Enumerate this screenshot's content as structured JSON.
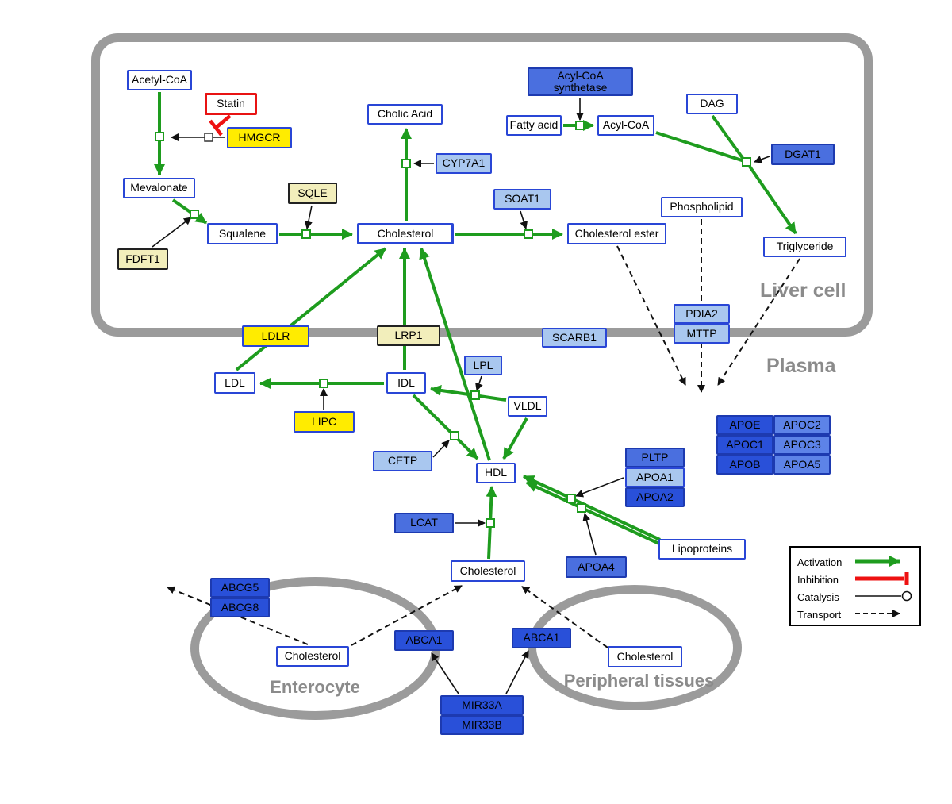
{
  "regions": {
    "liver_cell": "Liver cell",
    "plasma": "Plasma",
    "enterocyte": "Enterocyte",
    "peripheral_tissues": "Peripheral tissues"
  },
  "nodes": {
    "acetyl_coa": "Acetyl-CoA",
    "statin": "Statin",
    "hmgcr": "HMGCR",
    "mevalonate": "Mevalonate",
    "sqle": "SQLE",
    "fdft1": "FDFT1",
    "squalene": "Squalene",
    "cholic_acid": "Cholic Acid",
    "cyp7a1": "CYP7A1",
    "cholesterol_liver": "Cholesterol",
    "soat1": "SOAT1",
    "cholesterol_ester": "Cholesterol ester",
    "acyl_coa_synthetase": "Acyl-CoA synthetase",
    "fatty_acid": "Fatty acid",
    "acyl_coa": "Acyl-CoA",
    "dag": "DAG",
    "dgat1": "DGAT1",
    "phospholipid": "Phospholipid",
    "triglyceride": "Triglyceride",
    "pdia2": "PDIA2",
    "mttp": "MTTP",
    "ldlr": "LDLR",
    "lrp1": "LRP1",
    "scarb1": "SCARB1",
    "ldl": "LDL",
    "idl": "IDL",
    "lpl": "LPL",
    "vldl": "VLDL",
    "lipc": "LIPC",
    "cetp": "CETP",
    "hdl": "HDL",
    "pltp": "PLTP",
    "apoa1": "APOA1",
    "apoa2": "APOA2",
    "lcat": "LCAT",
    "apoa4": "APOA4",
    "lipoproteins": "Lipoproteins",
    "apoe": "APOE",
    "apoc2": "APOC2",
    "apoc1": "APOC1",
    "apoc3": "APOC3",
    "apob": "APOB",
    "apoa5": "APOA5",
    "cholesterol_plasma": "Cholesterol",
    "abcg5": "ABCG5",
    "abcg8": "ABCG8",
    "cholesterol_enterocyte": "Cholesterol",
    "abca1_enterocyte": "ABCA1",
    "abca1_peripheral": "ABCA1",
    "cholesterol_peripheral": "Cholesterol",
    "mir33a": "MIR33A",
    "mir33b": "MIR33B"
  },
  "legend": {
    "activation": "Activation",
    "inhibition": "Inhibition",
    "catalysis": "Catalysis",
    "transport": "Transport"
  },
  "colors": {
    "activation_green": "#1e9c1e",
    "inhibition_red": "#ee1111",
    "gene_yellow": "#ffec00",
    "gene_pale_yellow": "#f2eebb",
    "gene_blue_dark": "#2950d9",
    "gene_blue_mid": "#4a6fdf",
    "gene_blue_light": "#a9c7ef",
    "metabolite_border_blue": "#2946d6",
    "membrane_gray": "#9b9b9b"
  },
  "edges": [
    {
      "from": "acetyl_coa",
      "to": "mevalonate",
      "type": "activation",
      "catalyst": "hmgcr"
    },
    {
      "from": "statin",
      "to": "hmgcr",
      "type": "inhibition"
    },
    {
      "from": "mevalonate",
      "to": "squalene",
      "type": "activation",
      "catalyst": "fdft1"
    },
    {
      "from": "squalene",
      "to": "cholesterol_liver",
      "type": "activation",
      "catalyst": "sqle"
    },
    {
      "from": "cholesterol_liver",
      "to": "cholic_acid",
      "type": "activation",
      "catalyst": "cyp7a1"
    },
    {
      "from": "cholesterol_liver",
      "to": "cholesterol_ester",
      "type": "activation",
      "catalyst": "soat1"
    },
    {
      "from": "fatty_acid",
      "to": "acyl_coa",
      "type": "activation",
      "catalyst": "acyl_coa_synthetase"
    },
    {
      "from": "acyl_coa",
      "to": "triglyceride",
      "type": "activation",
      "catalyst": "dgat1"
    },
    {
      "from": "dag",
      "to": "triglyceride",
      "type": "activation",
      "catalyst": "dgat1"
    },
    {
      "from": "ldl",
      "to": "cholesterol_liver",
      "type": "activation"
    },
    {
      "from": "idl",
      "to": "cholesterol_liver",
      "type": "activation"
    },
    {
      "from": "hdl",
      "to": "cholesterol_liver",
      "type": "activation"
    },
    {
      "from": "idl",
      "to": "ldl",
      "type": "activation",
      "catalyst": "lipc"
    },
    {
      "from": "vldl",
      "to": "idl",
      "type": "activation",
      "catalyst": "lpl"
    },
    {
      "from": "idl",
      "to": "hdl",
      "type": "activation",
      "catalyst": "cetp"
    },
    {
      "from": "vldl",
      "to": "hdl",
      "type": "activation"
    },
    {
      "from": "lipoproteins",
      "to": "hdl",
      "type": "activation",
      "catalyst": "apoa1"
    },
    {
      "from": "lipoproteins",
      "to": "hdl",
      "type": "activation",
      "catalyst": "apoa4"
    },
    {
      "from": "cholesterol_plasma",
      "to": "hdl",
      "type": "activation",
      "catalyst": "lcat"
    },
    {
      "from": "cholesterol_ester",
      "to": "plasma",
      "type": "transport"
    },
    {
      "from": "phospholipid",
      "to": "plasma",
      "type": "transport"
    },
    {
      "from": "triglyceride",
      "to": "plasma",
      "type": "transport"
    },
    {
      "from": "cholesterol_enterocyte",
      "to": "lumen",
      "type": "transport",
      "via": "abcg5_abcg8"
    },
    {
      "from": "cholesterol_enterocyte",
      "to": "cholesterol_plasma",
      "type": "transport",
      "via": "abca1_enterocyte"
    },
    {
      "from": "cholesterol_peripheral",
      "to": "cholesterol_plasma",
      "type": "transport",
      "via": "abca1_peripheral"
    },
    {
      "from": "mir33a",
      "to": "abca1_enterocyte",
      "type": "catalysis"
    },
    {
      "from": "mir33a",
      "to": "abca1_peripheral",
      "type": "catalysis"
    }
  ]
}
